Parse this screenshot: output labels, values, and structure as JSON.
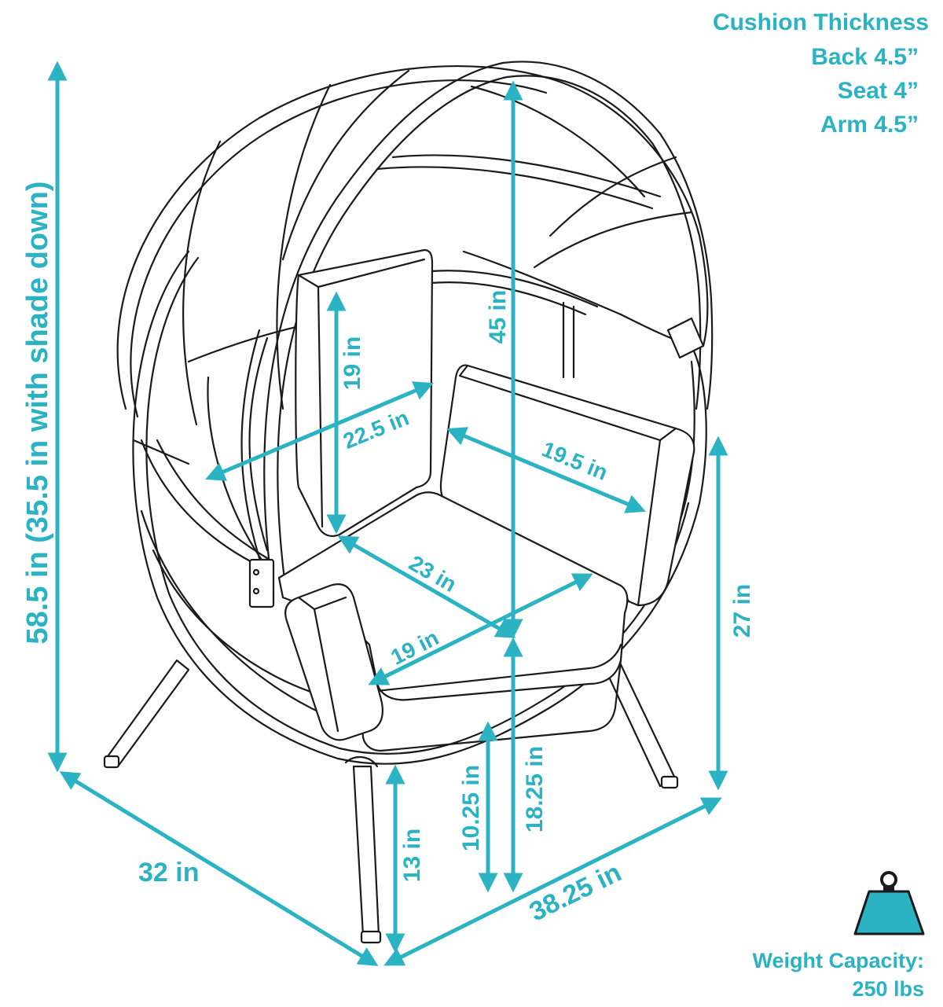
{
  "cushion": {
    "title": "Cushion Thickness",
    "back": "Back 4.5”",
    "seat": "Seat 4”",
    "arm": "Arm 4.5”"
  },
  "dimensions": {
    "overall_height": "58.5 in (35.5 in with shade down)",
    "depth": "32 in",
    "width": "38.25 in",
    "back_height": "19 in",
    "back_width": "22.5 in",
    "interior_height": "45 in",
    "arm_length": "19.5 in",
    "seat_depth": "23 in",
    "seat_width": "19 in",
    "arm_height": "27 in",
    "seat_height": "18.25 in",
    "under_seat": "10.25 in",
    "leg_height": "13 in"
  },
  "weight": {
    "label": "Weight Capacity:",
    "value": "250 lbs",
    "icon": "weight-icon"
  },
  "colors": {
    "accent": "#2bb2c3",
    "line": "#1a1a1a"
  }
}
